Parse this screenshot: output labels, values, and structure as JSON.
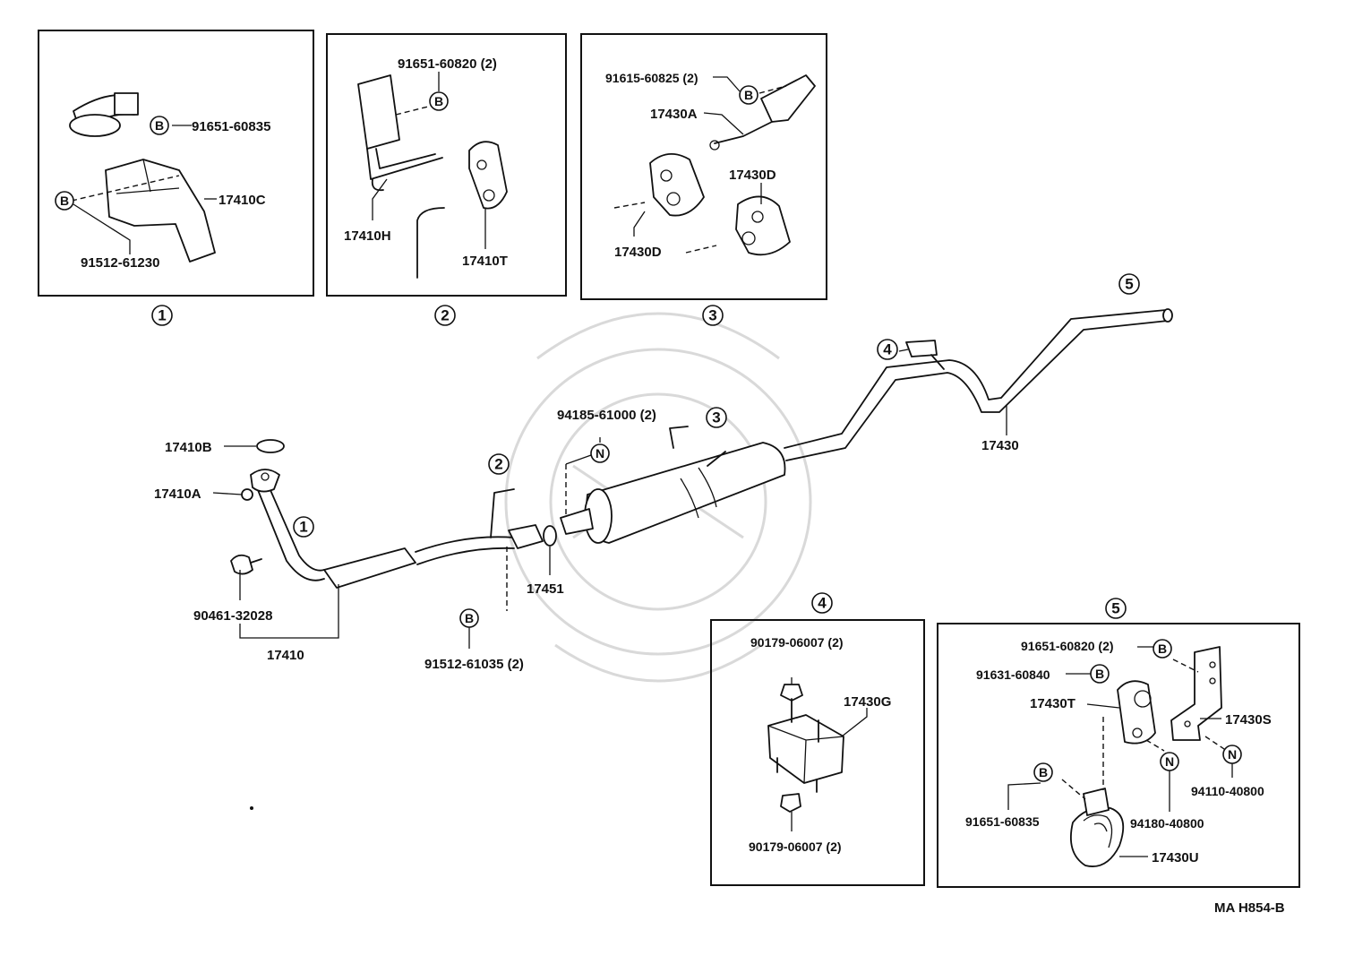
{
  "diagram": {
    "code": "MA H854-B",
    "callouts": {
      "c1": "1",
      "c2": "2",
      "c3": "3",
      "c4": "4",
      "c5": "5"
    },
    "symbols": {
      "bolt": "B",
      "nut": "N"
    },
    "parts": {
      "p91651_60835": "91651-60835",
      "p17410C": "17410C",
      "p91512_61230": "91512-61230",
      "p91651_60820_2": "91651-60820 (2)",
      "p17410H": "17410H",
      "p17410T": "17410T",
      "p91615_60825_2": "91615-60825 (2)",
      "p17430A": "17430A",
      "p17430D_a": "17430D",
      "p17430D_b": "17430D",
      "p17430": "17430",
      "p94185_61000_2": "94185-61000 (2)",
      "p17410B": "17410B",
      "p17410A": "17410A",
      "p90461_32028": "90461-32028",
      "p17410": "17410",
      "p17451": "17451",
      "p91512_61035_2": "91512-61035 (2)",
      "p90179_06007_top": "90179-06007 (2)",
      "p17430G": "17430G",
      "p90179_06007_bot": "90179-06007 (2)",
      "p91651_60820_2b": "91651-60820 (2)",
      "p91631_60840": "91631-60840",
      "p17430T": "17430T",
      "p17430S": "17430S",
      "p94110_40800": "94110-40800",
      "p91651_60835b": "91651-60835",
      "p94180_40800": "94180-40800",
      "p17430U": "17430U"
    }
  }
}
